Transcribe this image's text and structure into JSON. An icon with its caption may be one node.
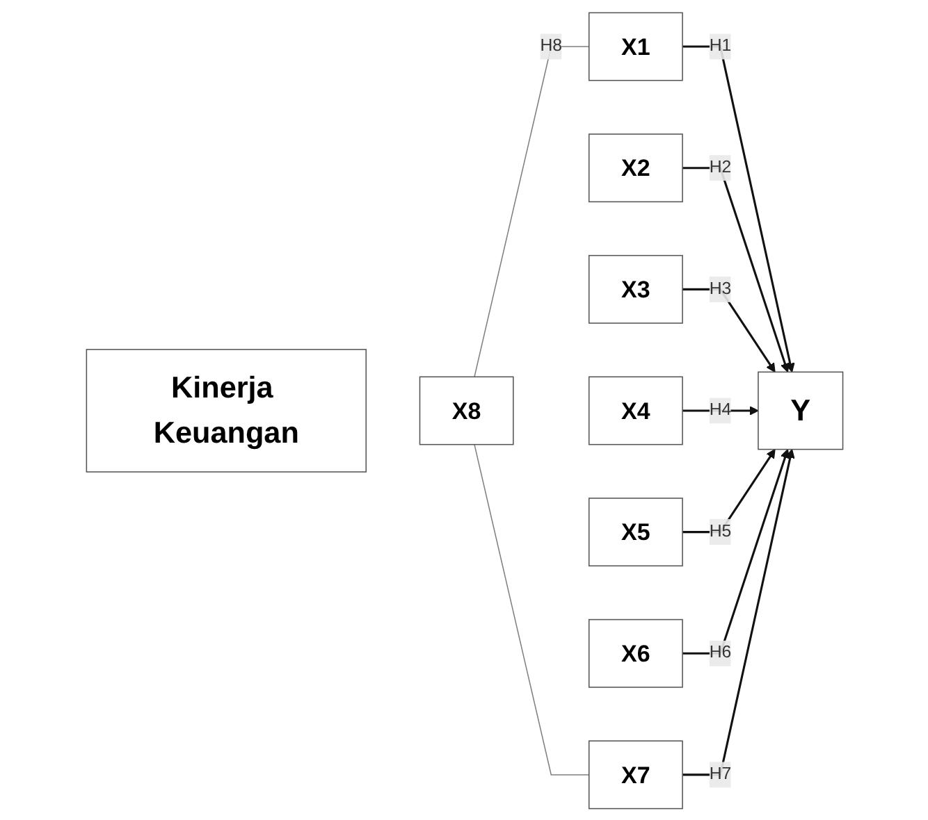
{
  "diagram": {
    "nodes": [
      {
        "text": [
          "Kinerja Keuangan"
        ]
      },
      {
        "text": [
          "X8"
        ]
      },
      {
        "text": [
          "X1"
        ]
      },
      {
        "text": [
          "X2"
        ]
      },
      {
        "text": [
          "X3"
        ]
      },
      {
        "text": [
          "X4"
        ]
      },
      {
        "text": [
          "X5"
        ]
      },
      {
        "text": [
          "X6"
        ]
      },
      {
        "text": [
          "X7"
        ]
      },
      {
        "text": [
          "Y"
        ]
      }
    ],
    "edges": [
      {
        "from": 2,
        "to": 9,
        "arrow": "to",
        "label": "H1"
      },
      {
        "from": 3,
        "to": 9,
        "arrow": "to",
        "label": "H2"
      },
      {
        "from": 4,
        "to": 9,
        "arrow": "to",
        "label": "H3"
      },
      {
        "from": 5,
        "to": 9,
        "arrow": "to",
        "label": "H4"
      },
      {
        "from": 6,
        "to": 9,
        "arrow": "to",
        "label": "H5"
      },
      {
        "from": 7,
        "to": 9,
        "arrow": "to",
        "label": "H6"
      },
      {
        "from": 8,
        "to": 9,
        "arrow": "to",
        "label": "H7"
      },
      {
        "from": 1,
        "to": 2,
        "arrow": "none",
        "label": "H8",
        "color": "#808080"
      },
      {
        "from": 1,
        "to": 8,
        "arrow": "none",
        "color": "#808080"
      }
    ]
  }
}
